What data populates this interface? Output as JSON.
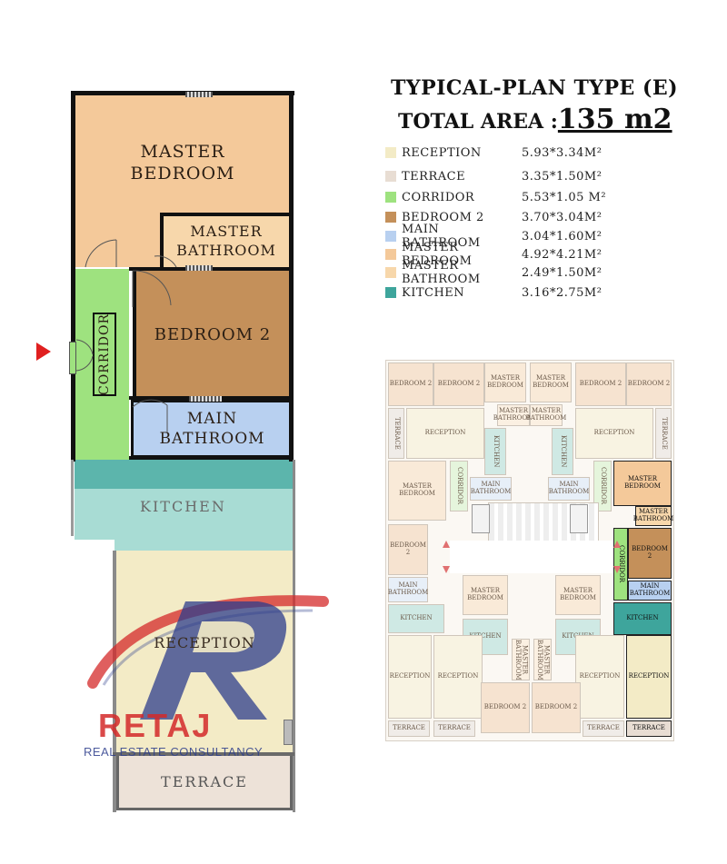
{
  "title": {
    "line1": "TYPICAL-PLAN TYPE (E)",
    "line2_prefix": "TOTAL AREA :",
    "line2_value": "135 m2"
  },
  "legend": [
    {
      "name": "RECEPTION",
      "dim": "5.93*3.34M²",
      "color": "#f3ebc6"
    },
    {
      "name": "TERRACE",
      "dim": "3.35*1.50M²",
      "color": "#e8ddd3"
    },
    {
      "name": "CORRIDOR",
      "dim": "5.53*1.05 M²",
      "color": "#9ee27f"
    },
    {
      "name": "BEDROOM 2",
      "dim": "3.70*3.04M²",
      "color": "#c4905a"
    },
    {
      "name": "MAIN BATHROOM",
      "dim": "3.04*1.60M²",
      "color": "#b8d0f0"
    },
    {
      "name": "MASTER BEDROOM",
      "dim": "4.92*4.21M²",
      "color": "#f4c99a"
    },
    {
      "name": "MASTER BATHROOM",
      "dim": "2.49*1.50M²",
      "color": "#f7d7ab"
    },
    {
      "name": "KITCHEN",
      "dim": "3.16*2.75M²",
      "color": "#3ea59c"
    }
  ],
  "rooms": {
    "master_bedroom": "MASTER BEDROOM",
    "master_bathroom": "MASTER BATHROOM",
    "corridor": "CORRIDOR",
    "bedroom2": "BEDROOM 2",
    "main_bathroom": "MAIN BATHROOM",
    "kitchen": "KITCHEN",
    "reception": "RECEPTION",
    "terrace": "TERRACE"
  },
  "logo": {
    "brand": "RETAJ",
    "tagline": "REAL ESTATE CONSULTANCY"
  },
  "mini_plan": {
    "bedroom2": "BEDROOM 2",
    "master_bedroom": "MASTER BEDROOM",
    "master_bathroom": "MASTER BATHROOM",
    "main_bathroom": "MAIN BATHROOM",
    "kitchen": "KITCHEN",
    "reception": "RECEPTION",
    "terrace": "TERRACE",
    "corridor": "CORRIDOR"
  },
  "colors": {
    "master_bedroom": "#f4c99a",
    "master_bathroom": "#f7d7ab",
    "corridor": "#9ee27f",
    "bedroom2": "#c4905a",
    "main_bathroom": "#b8d0f0",
    "kitchen_dark": "#5cb5ac",
    "kitchen_light": "#a8dcd4",
    "reception": "#f3ebc6",
    "terrace": "#ede2d8",
    "entry_arrow": "#e02020",
    "logo_red": "#d42a2a",
    "logo_blue": "#2d3e8c"
  }
}
